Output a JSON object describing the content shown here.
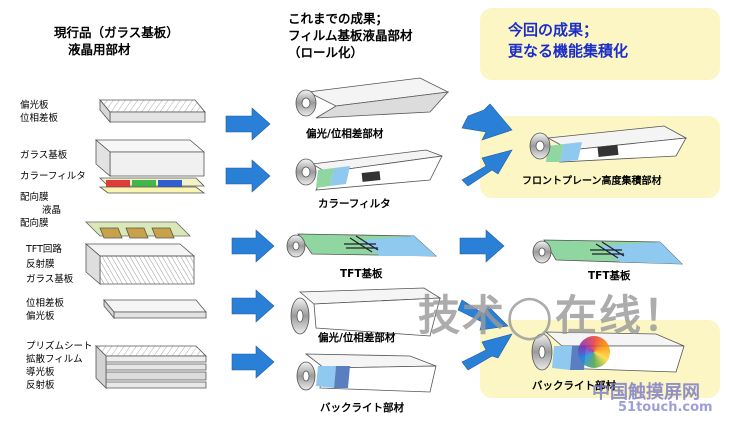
{
  "col1": {
    "header": [
      "現行品（ガラス基板）",
      "液晶用部材"
    ]
  },
  "col2": {
    "header": [
      "これまでの成果；",
      "フィルム基板液晶部材",
      "（ロール化）"
    ]
  },
  "col3": {
    "header": [
      "今回の成果；",
      "更なる機能集積化"
    ]
  },
  "layer_labels": {
    "group1": [
      "偏光板",
      "位相差板"
    ],
    "group2": [
      "ガラス基板",
      "カラーフィルタ",
      "配向膜",
      "液晶",
      "配向膜"
    ],
    "group3": [
      "TFT回路",
      "反射膜",
      "ガラス基板"
    ],
    "group4": [
      "位相差板",
      "偏光板"
    ],
    "group5": [
      "プリズムシート",
      "拡散フィルム",
      "導光板",
      "反射板"
    ]
  },
  "roll_captions": [
    "偏光/位相差部材",
    "カラーフィルタ",
    "TFT基板",
    "偏光/位相差部材",
    "バックライト部材"
  ],
  "integrated_captions": [
    "フロントプレーン高度集積部材",
    "TFT基板",
    "バックライト部材"
  ],
  "watermark": {
    "main": "技术◯在线！",
    "site_cn": "中国触摸屏网",
    "site_url": "51touch.com"
  },
  "colors": {
    "arrow": "#2a7fd6",
    "highlight": "#fbf6c4",
    "accent_text": "#1c2ec8",
    "cf_red": "#e03a3a",
    "cf_green": "#43b54a",
    "cf_blue": "#2f5fd0",
    "film_blue": "#8fc9ef",
    "film_green": "#8fd6a0"
  }
}
